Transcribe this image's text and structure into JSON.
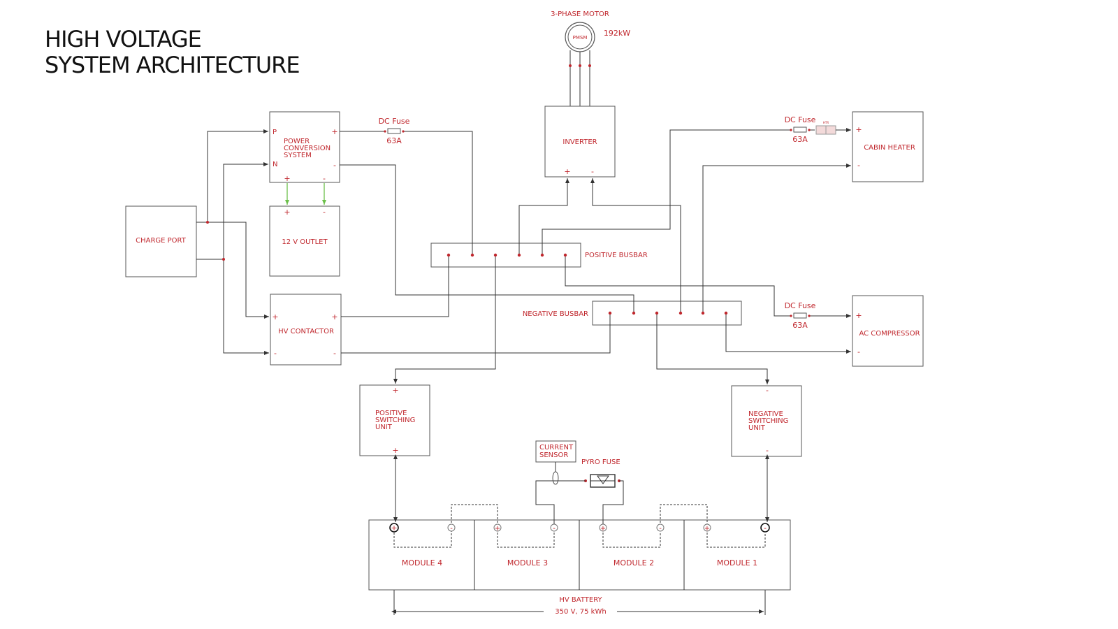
{
  "title": {
    "line1": "HIGH VOLTAGE",
    "line2": "SYSTEM ARCHITECTURE"
  },
  "motor": {
    "label": "3-PHASE MOTOR",
    "type": "PMSM",
    "power": "192kW"
  },
  "inverter": {
    "label": "INVERTER"
  },
  "pcs": {
    "label_l1": "POWER",
    "label_l2": "CONVERSION",
    "label_l3": "SYSTEM",
    "p": "P",
    "n": "N"
  },
  "outlet": {
    "label": "12 V OUTLET"
  },
  "charge_port": {
    "label": "CHARGE PORT"
  },
  "hv_contactor": {
    "label": "HV CONTACTOR"
  },
  "positive_busbar": {
    "label": "POSITIVE BUSBAR"
  },
  "negative_busbar": {
    "label": "NEGATIVE BUSBAR"
  },
  "cabin_heater": {
    "label": "CABIN HEATER"
  },
  "ac_compressor": {
    "label": "AC COMPRESSOR"
  },
  "fuses": {
    "pcs": {
      "label": "DC Fuse",
      "rating": "63A"
    },
    "heater": {
      "label": "DC Fuse",
      "rating": "63A"
    },
    "compressor": {
      "label": "DC Fuse",
      "rating": "63A"
    }
  },
  "heater_element": "HTR",
  "pos_switching_unit": {
    "l1": "POSITIVE",
    "l2": "SWITCHING",
    "l3": "UNIT"
  },
  "neg_switching_unit": {
    "l1": "NEGATIVE",
    "l2": "SWITCHING",
    "l3": "UNIT"
  },
  "current_sensor": {
    "l1": "CURRENT",
    "l2": "SENSOR"
  },
  "pyro_fuse": {
    "label": "PYRO FUSE"
  },
  "modules": [
    "MODULE 4",
    "MODULE 3",
    "MODULE 2",
    "MODULE 1"
  ],
  "battery": {
    "label": "HV BATTERY",
    "spec": "350 V, 75 kWh"
  },
  "terminals": {
    "plus": "+",
    "minus": "-"
  },
  "colors": {
    "accent": "#c0272d",
    "line": "#333333",
    "green_arrow": "#6cc04a"
  }
}
